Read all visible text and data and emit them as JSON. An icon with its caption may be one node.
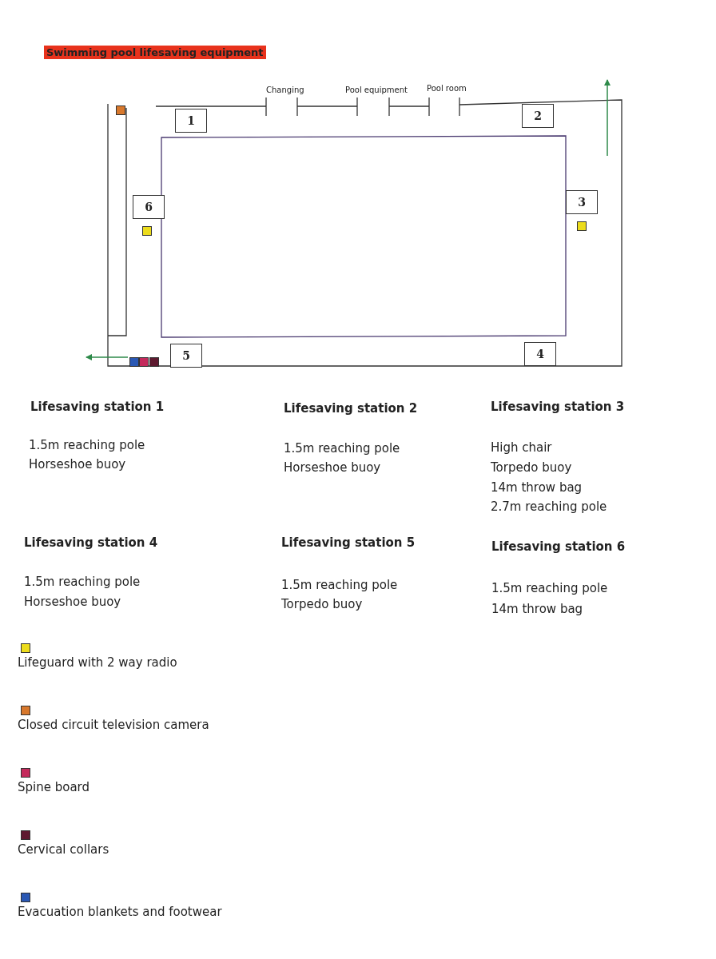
{
  "diagram": {
    "title": "Swimming pool lifesaving equipment",
    "nodes": [
      {
        "text": [
          "1"
        ]
      },
      {
        "text": [
          "2"
        ]
      },
      {
        "text": [
          "3"
        ]
      },
      {
        "text": [
          "6"
        ]
      },
      {
        "text": [
          "5"
        ]
      },
      {
        "text": [
          "4"
        ]
      }
    ],
    "labels": [
      "Changing",
      "Pool equipment",
      "Pool room",
      "Lifesaving station 1",
      "1.5m reaching pole",
      "Horseshoe buoy",
      "Lifesaving station 2",
      "1.5m reaching pole",
      "Horseshoe buoy",
      "Lifesaving station 3",
      "High chair",
      "Torpedo buoy",
      "14m throw bag",
      "2.7m reaching pole",
      "Lifesaving station 4",
      "1.5m reaching pole",
      "Horseshoe buoy",
      "Lifesaving station 5",
      "1.5m reaching pole",
      "Torpedo buoy",
      "Lifesaving station 6",
      "1.5m reaching pole",
      "14m throw bag"
    ],
    "legend": [
      {
        "text": "Lifeguard with 2 way radio",
        "color": "#ecdc1c"
      },
      {
        "text": "Closed circuit television camera",
        "color": "#d8782c"
      },
      {
        "text": "Spine board",
        "color": "#c42a5c"
      },
      {
        "text": "Cervical collars",
        "color": "#5e1a30"
      },
      {
        "text": "Evacuation blankets and footwear",
        "color": "#2a58b4"
      }
    ]
  }
}
